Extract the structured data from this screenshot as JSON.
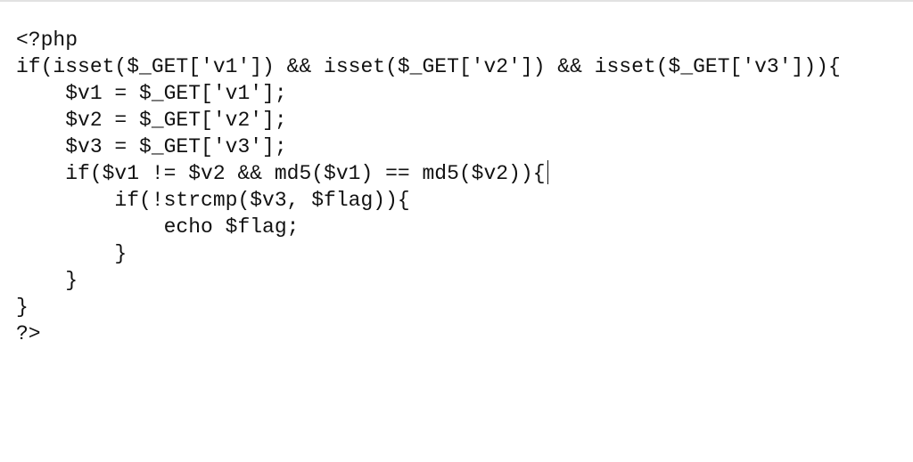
{
  "editor": {
    "lines": [
      "<?php",
      "if(isset($_GET['v1']) && isset($_GET['v2']) && isset($_GET['v3'])){",
      "    $v1 = $_GET['v1'];",
      "    $v2 = $_GET['v2'];",
      "    $v3 = $_GET['v3'];",
      "    if($v1 != $v2 && md5($v1) == md5($v2)){",
      "        if(!strcmp($v3, $flag)){",
      "            echo $flag;",
      "        }",
      "    }",
      "}",
      "?>"
    ]
  }
}
